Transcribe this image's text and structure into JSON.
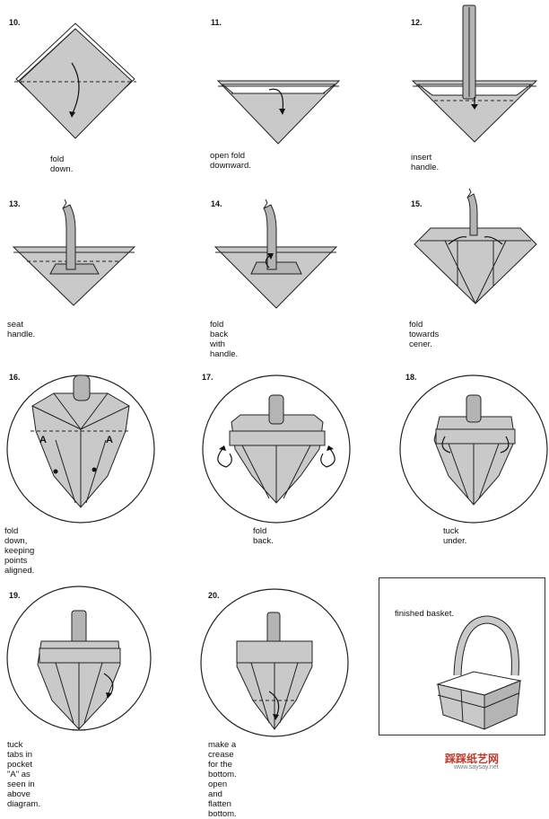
{
  "steps": [
    {
      "num": "10.",
      "caption": "fold down."
    },
    {
      "num": "11.",
      "caption": "open fold downward."
    },
    {
      "num": "12.",
      "caption": "insert handle."
    },
    {
      "num": "13.",
      "caption": "seat handle."
    },
    {
      "num": "14.",
      "caption": "fold back with handle."
    },
    {
      "num": "15.",
      "caption": "fold towards cener."
    },
    {
      "num": "16.",
      "caption": "fold down, keeping points aligned."
    },
    {
      "num": "17.",
      "caption": "fold back."
    },
    {
      "num": "18.",
      "caption": "tuck under."
    },
    {
      "num": "19.",
      "caption": "tuck tabs in pocket \"A\"  as\nseen in above diagram."
    },
    {
      "num": "20.",
      "caption": "make a crease for the bottom.\nopen and flatten bottom."
    }
  ],
  "finished": {
    "caption": "finished basket."
  },
  "labels": {
    "pocket": "A"
  },
  "watermark": {
    "text": "踩踩纸艺网",
    "url": "www.saysay.net"
  }
}
